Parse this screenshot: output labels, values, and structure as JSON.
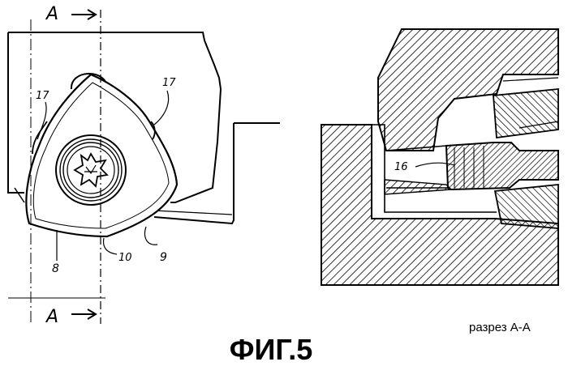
{
  "section_marks": {
    "top": "A",
    "bottom": "A"
  },
  "labels": {
    "ref_17_left": "17",
    "ref_17_right": "17",
    "ref_8": "8",
    "ref_10": "10",
    "ref_9": "9",
    "ref_16": "16"
  },
  "section_caption": "разрез А-А",
  "figure_caption": "ФИГ.5"
}
